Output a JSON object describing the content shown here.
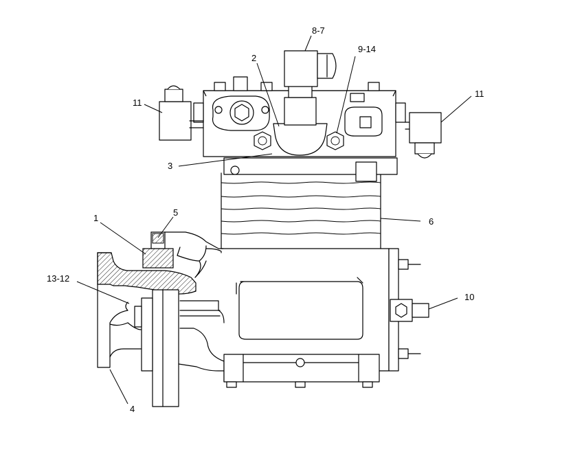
{
  "callouts": [
    {
      "id": "c-8-7",
      "text": "8-7"
    },
    {
      "id": "c-2",
      "text": "2"
    },
    {
      "id": "c-9-14",
      "text": "9-14"
    },
    {
      "id": "c-11a",
      "text": "11"
    },
    {
      "id": "c-11b",
      "text": "11"
    },
    {
      "id": "c-3",
      "text": "3"
    },
    {
      "id": "c-6",
      "text": "6"
    },
    {
      "id": "c-1",
      "text": "1"
    },
    {
      "id": "c-5",
      "text": "5"
    },
    {
      "id": "c-13-12",
      "text": "13-12"
    },
    {
      "id": "c-10",
      "text": "10"
    },
    {
      "id": "c-4",
      "text": "4"
    }
  ]
}
